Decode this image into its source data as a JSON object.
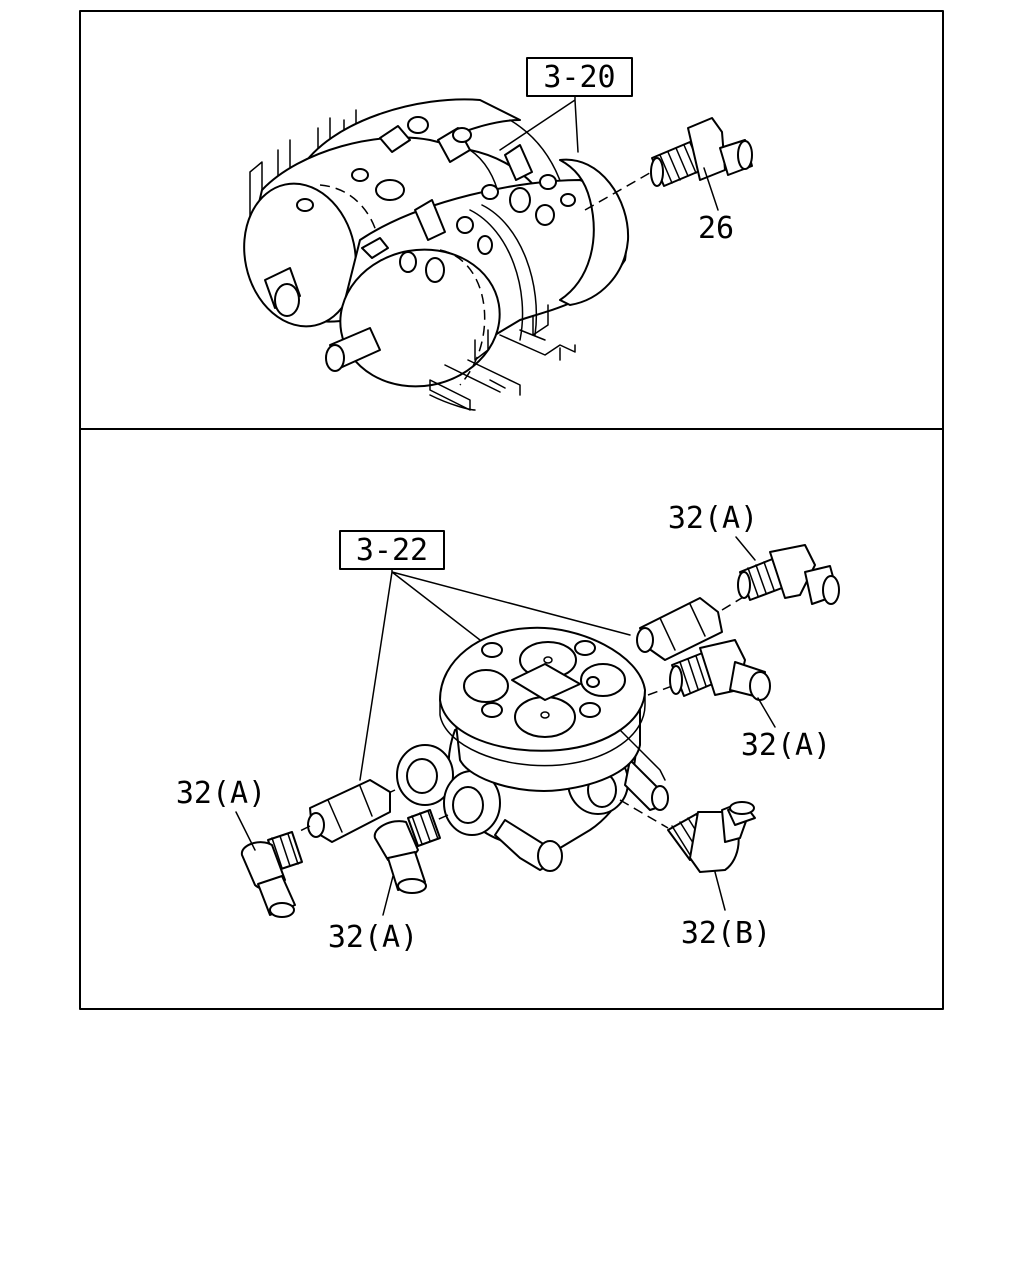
{
  "top_panel": {
    "ref_box": "3-20",
    "part_label": "26"
  },
  "bottom_panel": {
    "ref_box": "3-22",
    "labels": {
      "top_right": "32(A)",
      "mid_right": "32(A)",
      "left": "32(A)",
      "bottom_center": "32(A)",
      "bottom_right": "32(B)"
    }
  }
}
